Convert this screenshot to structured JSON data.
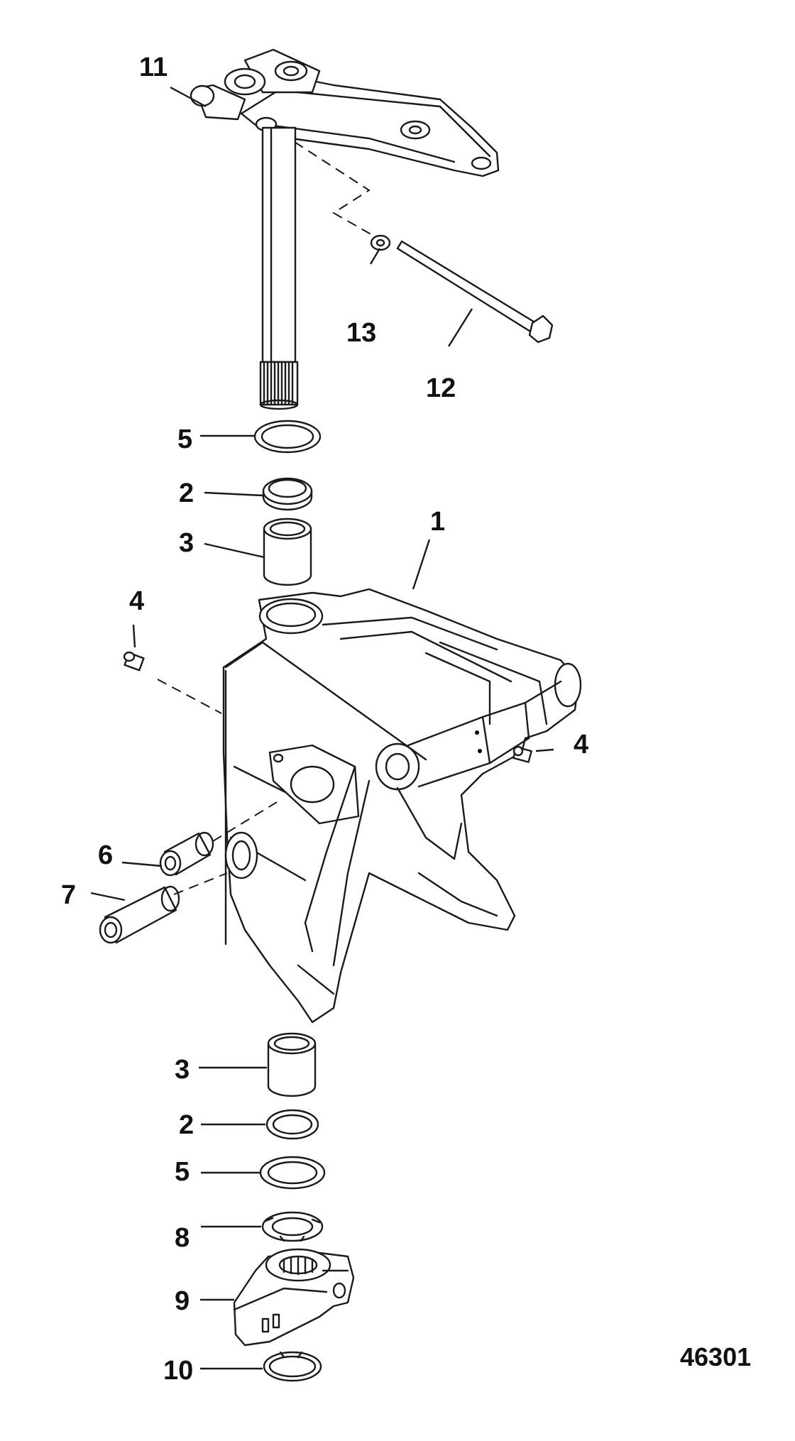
{
  "diagram": {
    "figure_number": "46301",
    "callouts": [
      {
        "id": "c11",
        "text": "11"
      },
      {
        "id": "c13",
        "text": "13"
      },
      {
        "id": "c12",
        "text": "12"
      },
      {
        "id": "c5a",
        "text": "5"
      },
      {
        "id": "c2a",
        "text": "2"
      },
      {
        "id": "c3a",
        "text": "3"
      },
      {
        "id": "c1",
        "text": "1"
      },
      {
        "id": "c4a",
        "text": "4"
      },
      {
        "id": "c4b",
        "text": "4"
      },
      {
        "id": "c6",
        "text": "6"
      },
      {
        "id": "c7",
        "text": "7"
      },
      {
        "id": "c3b",
        "text": "3"
      },
      {
        "id": "c2b",
        "text": "2"
      },
      {
        "id": "c5b",
        "text": "5"
      },
      {
        "id": "c8",
        "text": "8"
      },
      {
        "id": "c9",
        "text": "9"
      },
      {
        "id": "c10",
        "text": "10"
      }
    ]
  }
}
